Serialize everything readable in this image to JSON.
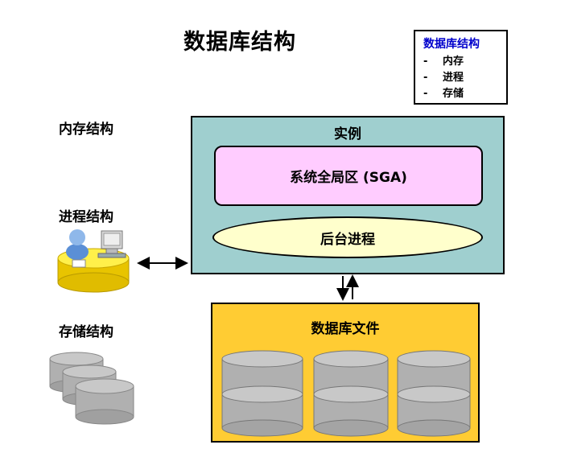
{
  "title": "数据库结构",
  "legend": {
    "title": "数据库结构",
    "items": [
      {
        "dash": "-",
        "label": "内存"
      },
      {
        "dash": "-",
        "label": "进程"
      },
      {
        "dash": "-",
        "label": "存储"
      }
    ]
  },
  "side_labels": {
    "memory": "内存结构",
    "process": "进程结构",
    "storage": "存储结构"
  },
  "instance": {
    "label": "实例",
    "sga": "系统全局区 (SGA)",
    "background_processes": "后台进程"
  },
  "database_files": {
    "label": "数据库文件"
  },
  "colors": {
    "instance_fill": "#9fcfcf",
    "sga_fill": "#ffccff",
    "process_fill": "#ffffcc",
    "dbfiles_fill": "#ffcc33",
    "cylinder_fill": "#b0b0b0",
    "legend_title": "#0000cc"
  },
  "icons": {
    "user_workstation": "user-at-computer-icon",
    "storage": "disk-stack-icon",
    "datafile": "database-cylinder-icon"
  }
}
